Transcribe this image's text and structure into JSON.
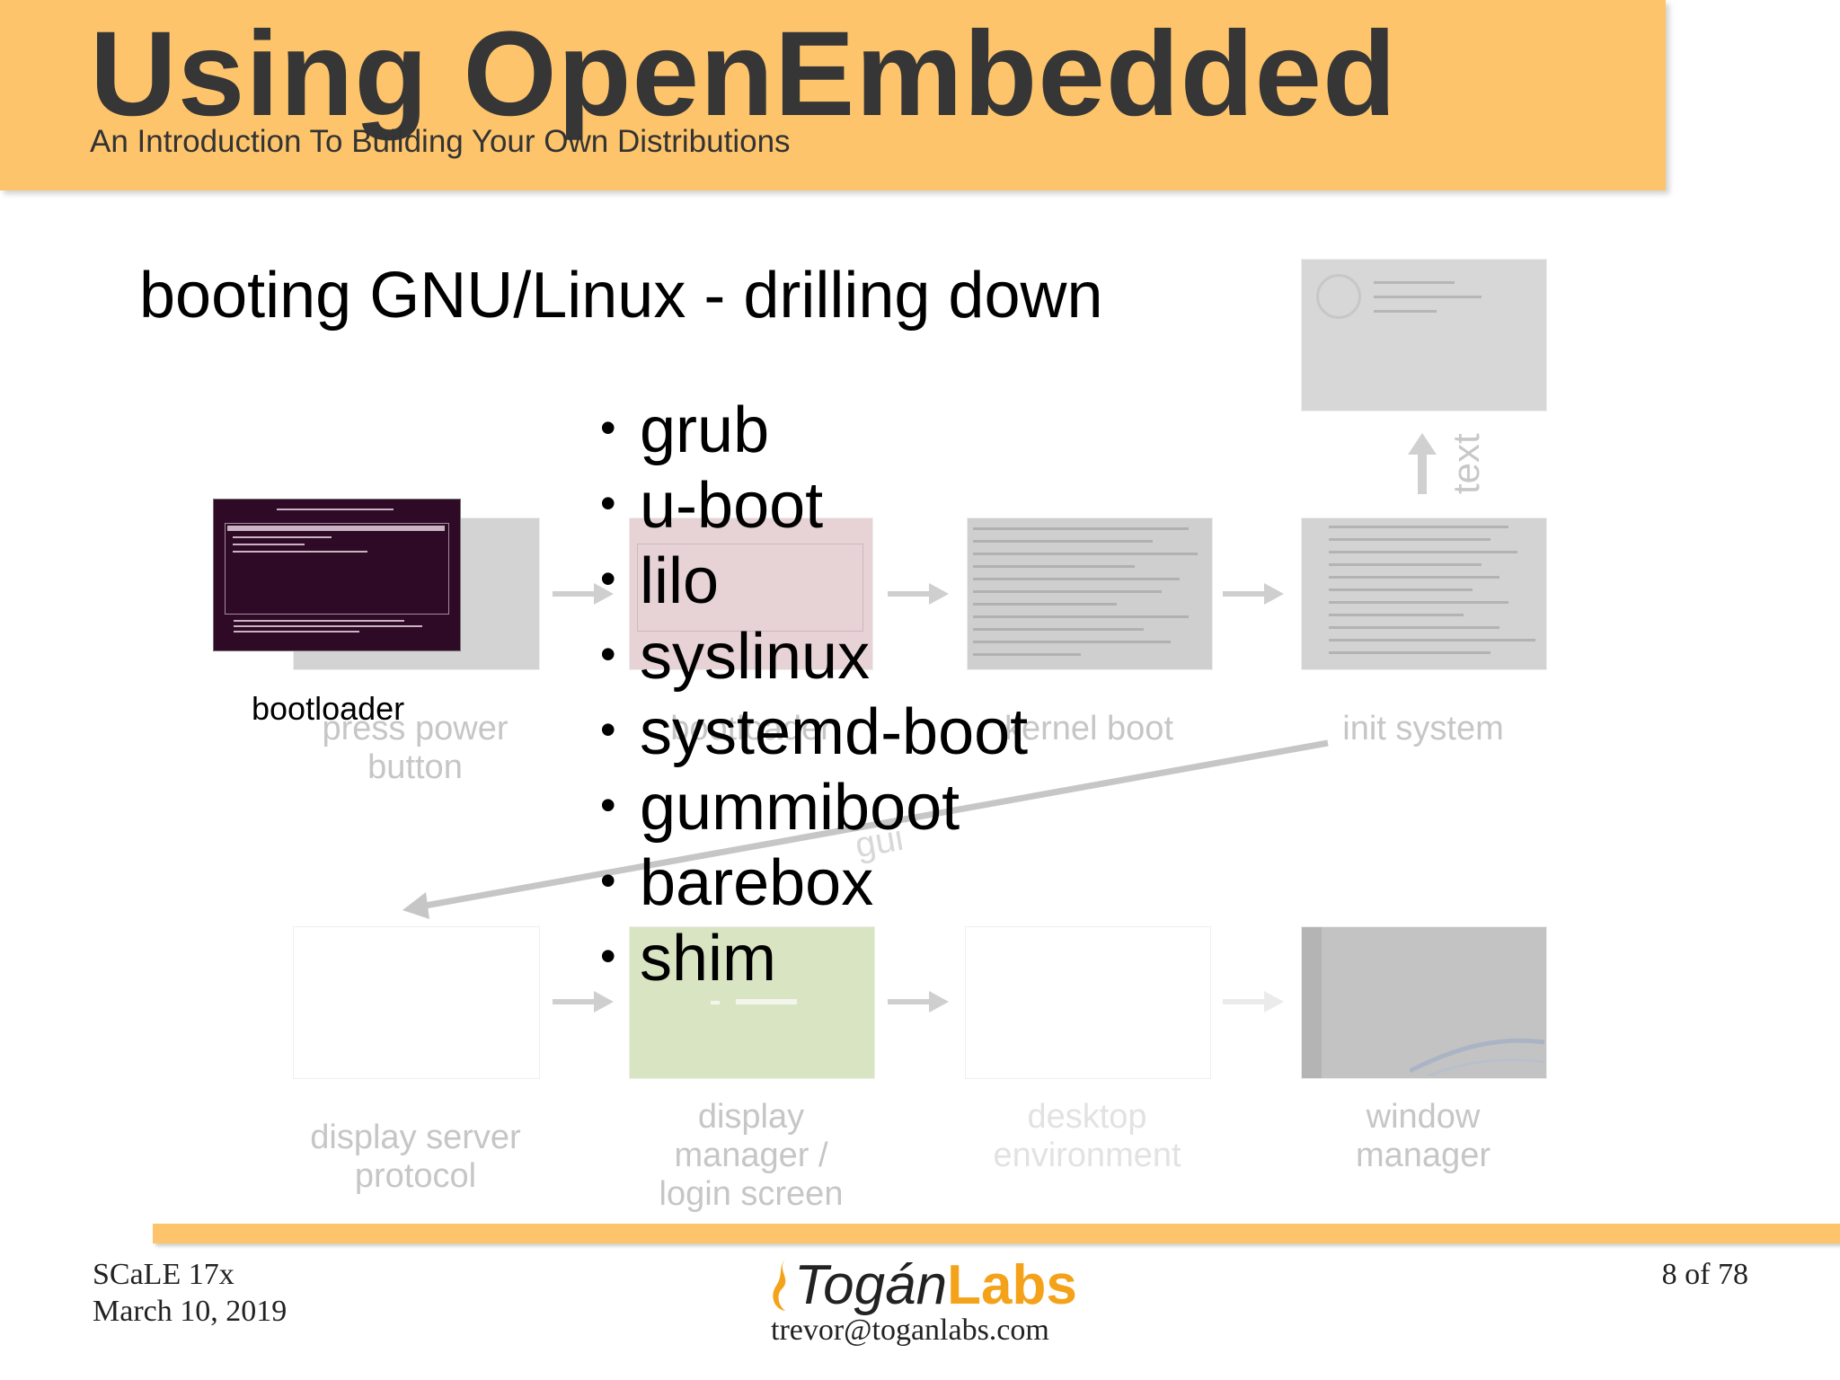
{
  "header": {
    "title": "Using OpenEmbedded",
    "subtitle": "An Introduction To Building Your Own Distributions"
  },
  "slide": {
    "heading": "booting GNU/Linux - drilling down",
    "highlight_label": "bootloader",
    "bullets": [
      "grub",
      "u-boot",
      "lilo",
      "syslinux",
      "systemd-boot",
      "gummiboot",
      "barebox",
      "shim"
    ],
    "bullet_glyph": "•"
  },
  "diagram": {
    "press_power": [
      "press power",
      "button"
    ],
    "bootloader_faded": "bootloader",
    "kernel_boot": "kernel boot",
    "init_system": "init system",
    "branch_text": "text",
    "branch_gui": "gui",
    "display_server": [
      "display server",
      "protocol"
    ],
    "display_manager": [
      "display",
      "manager /",
      "login screen"
    ],
    "desktop_environment": [
      "desktop",
      "environment"
    ],
    "window_manager": [
      "window",
      "manager"
    ]
  },
  "footer": {
    "event": "SCaLE 17x",
    "date": "March 10, 2019",
    "logo_part1": "Togán",
    "logo_part2": "Labs",
    "email": "trevor@toganlabs.com",
    "page": "8 of 78"
  },
  "colors": {
    "header_band": "#fdc46b",
    "logo_accent": "#f4a21a",
    "bootloader_bg": "#2e0a26",
    "faded_text": "#c6c6c6"
  }
}
